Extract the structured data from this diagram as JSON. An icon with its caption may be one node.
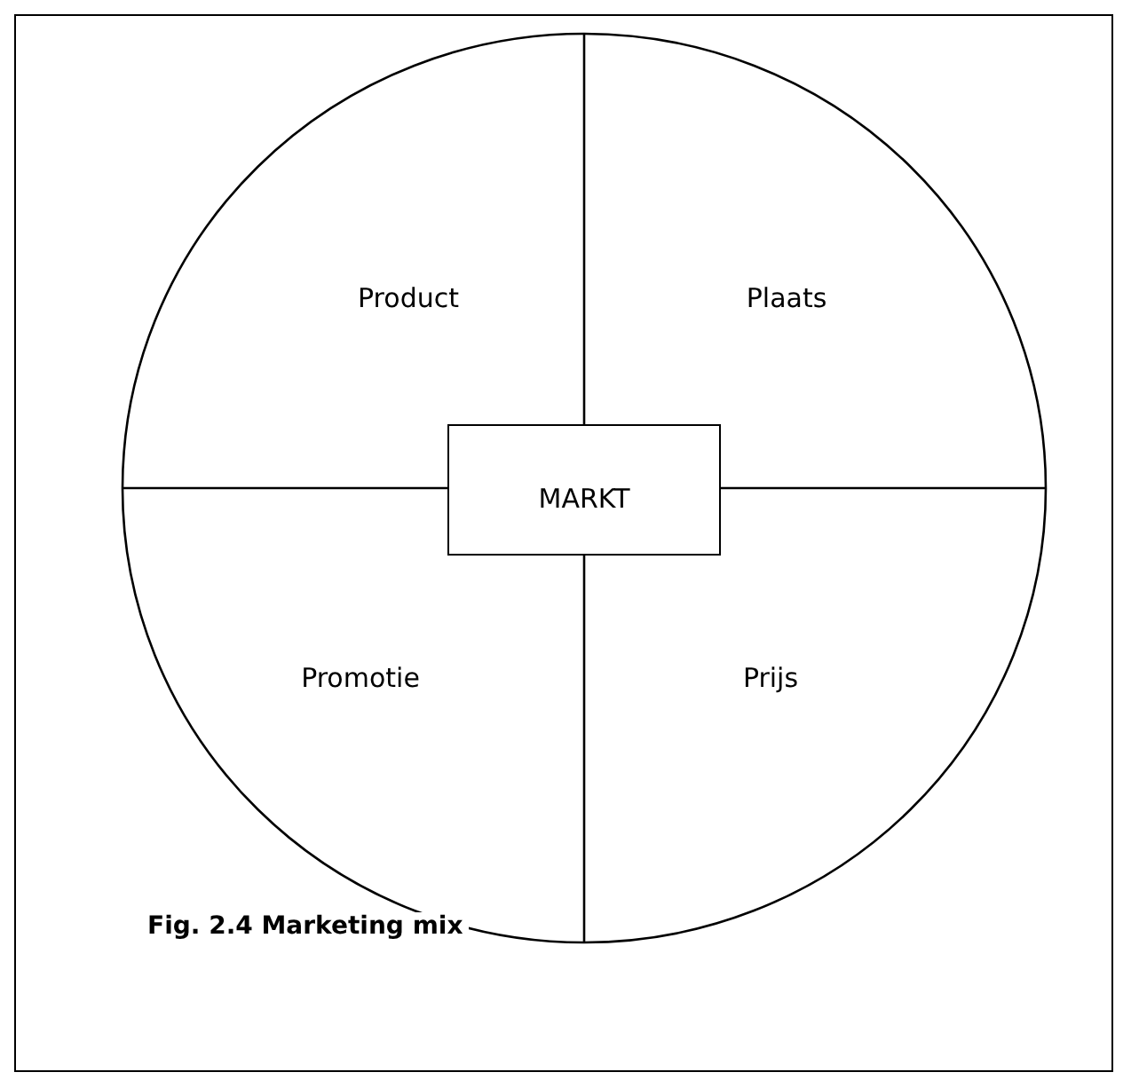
{
  "diagram": {
    "caption": "Fig. 2.4 Marketing mix",
    "nodes": [
      {
        "text": [],
        "shape": "circle"
      },
      {
        "text": [
          "MARKT"
        ],
        "in": 0
      }
    ],
    "edges": [],
    "labels": [
      "Product",
      "Plaats",
      "Promotie",
      "Prijs"
    ]
  }
}
